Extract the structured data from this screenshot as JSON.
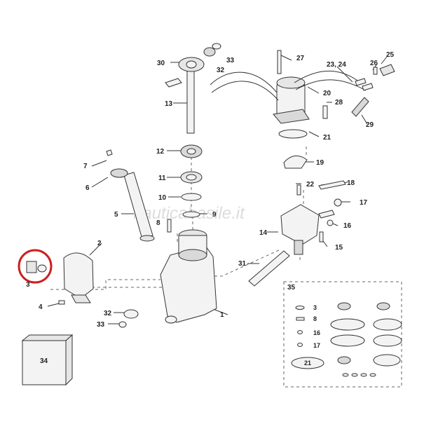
{
  "diagram": {
    "watermark": "nauticabasile.it",
    "highlight_color": "#cc1f1f",
    "labels": [
      "1",
      "2",
      "3",
      "4",
      "5",
      "6",
      "7",
      "8",
      "9",
      "10",
      "11",
      "12",
      "13",
      "14",
      "15",
      "16",
      "17",
      "18",
      "19",
      "20",
      "21",
      "22",
      "23, 24",
      "25",
      "26",
      "27",
      "28",
      "29",
      "30",
      "31",
      "32",
      "33",
      "34",
      "35"
    ],
    "kit_labels": [
      "3",
      "8",
      "16",
      "17",
      "21"
    ]
  }
}
